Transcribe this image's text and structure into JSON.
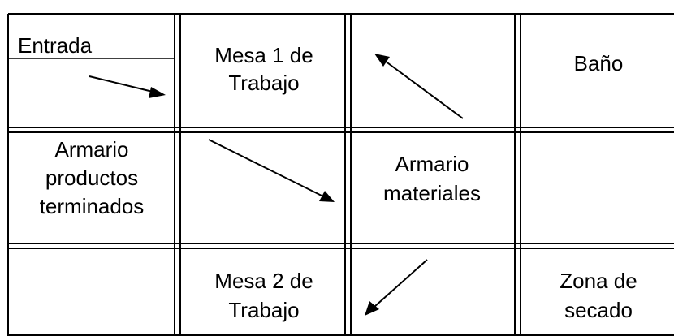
{
  "cells": {
    "entrada": "Entrada",
    "mesa1": [
      "Mesa 1 de",
      "Trabajo"
    ],
    "bano": "Baño",
    "armario_productos": [
      "Armario",
      "productos",
      "terminados"
    ],
    "armario_materiales": [
      "Armario",
      "materiales"
    ],
    "mesa2": [
      "Mesa 2 de",
      "Trabajo"
    ],
    "zona_secado": [
      "Zona de",
      "secado"
    ]
  },
  "colors": {
    "line": "#000000",
    "background": "#ffffff"
  }
}
